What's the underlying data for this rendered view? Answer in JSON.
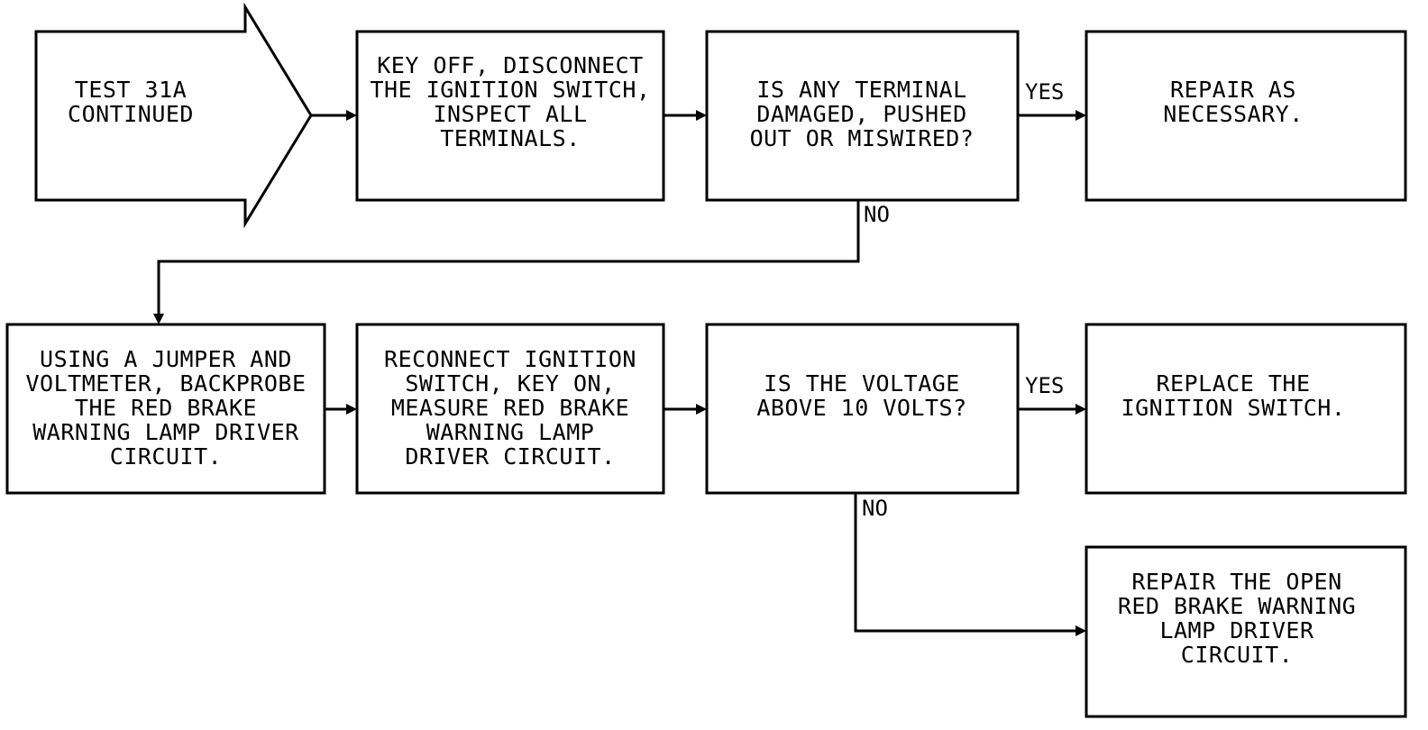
{
  "nodes": {
    "start": {
      "lines": [
        "TEST 31A",
        "CONTINUED"
      ]
    },
    "disconnect": {
      "lines": [
        "KEY OFF, DISCONNECT",
        "THE IGNITION SWITCH,",
        "INSPECT ALL",
        "TERMINALS."
      ]
    },
    "terminal_check": {
      "lines": [
        "IS ANY TERMINAL",
        "DAMAGED, PUSHED",
        "OUT OR MISWIRED?"
      ]
    },
    "repair_terminal": {
      "lines": [
        "REPAIR AS",
        "NECESSARY."
      ]
    },
    "jumper": {
      "lines": [
        "USING A JUMPER AND",
        "VOLTMETER, BACKPROBE",
        "THE RED BRAKE",
        "WARNING LAMP DRIVER",
        "CIRCUIT."
      ]
    },
    "reconnect": {
      "lines": [
        "RECONNECT IGNITION",
        "SWITCH, KEY ON,",
        "MEASURE RED BRAKE",
        "WARNING LAMP",
        "DRIVER CIRCUIT."
      ]
    },
    "voltage_check": {
      "lines": [
        "IS THE VOLTAGE",
        "ABOVE 10 VOLTS?"
      ]
    },
    "replace_switch": {
      "lines": [
        "REPLACE THE",
        "IGNITION SWITCH."
      ]
    },
    "repair_open": {
      "lines": [
        "REPAIR THE OPEN",
        "RED BRAKE WARNING",
        "LAMP DRIVER",
        "CIRCUIT."
      ]
    }
  },
  "edge_labels": {
    "terminal_yes": "YES",
    "terminal_no": "NO",
    "voltage_yes": "YES",
    "voltage_no": "NO"
  }
}
